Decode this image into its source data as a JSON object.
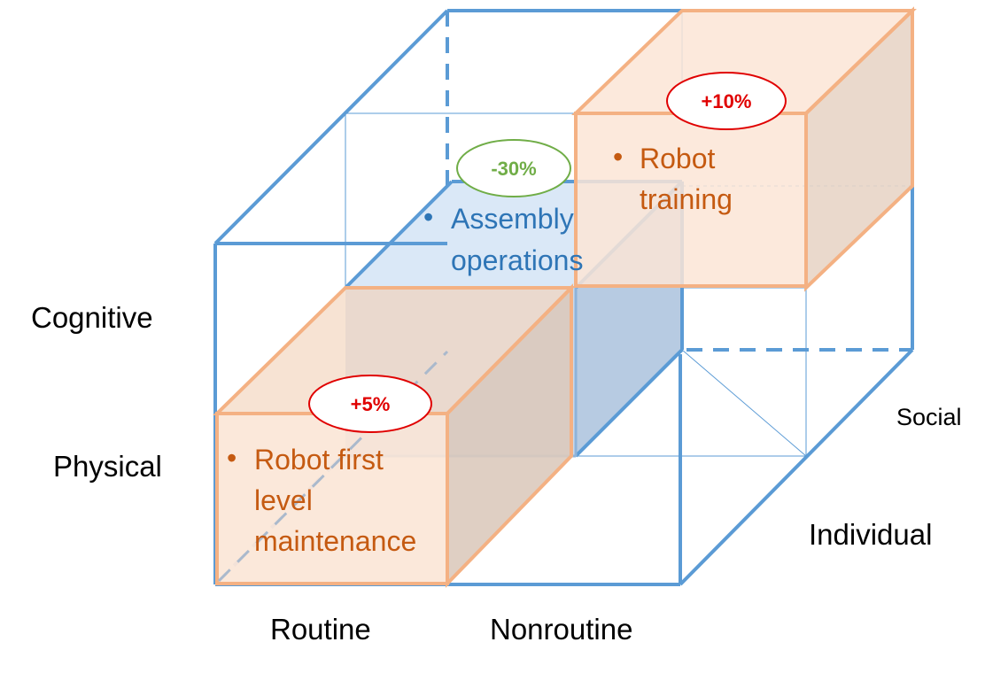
{
  "axes": {
    "cognitive": "Cognitive",
    "physical": "Physical",
    "routine": "Routine",
    "nonroutine": "Nonroutine",
    "individual": "Individual",
    "social": "Social"
  },
  "boxes": {
    "assembly": {
      "bullet": "•",
      "line1": "Assembly",
      "line2": "operations",
      "change": "-30%"
    },
    "training": {
      "bullet": "•",
      "line1": "Robot",
      "line2": "training",
      "change": "+10%"
    },
    "maintenance": {
      "bullet": "•",
      "line1": "Robot first",
      "line2": "level",
      "line3": "maintenance",
      "change": "+5%"
    }
  },
  "colors": {
    "cube_edge": "#5b9bd5",
    "orange_edge": "#f4b183",
    "orange_fill": "#fbe5d6",
    "orange_text": "#c55a11",
    "blue_text": "#2e75b6",
    "blue_fill": "#dae8f7",
    "positive": "#e00000",
    "negative": "#70ad47"
  }
}
